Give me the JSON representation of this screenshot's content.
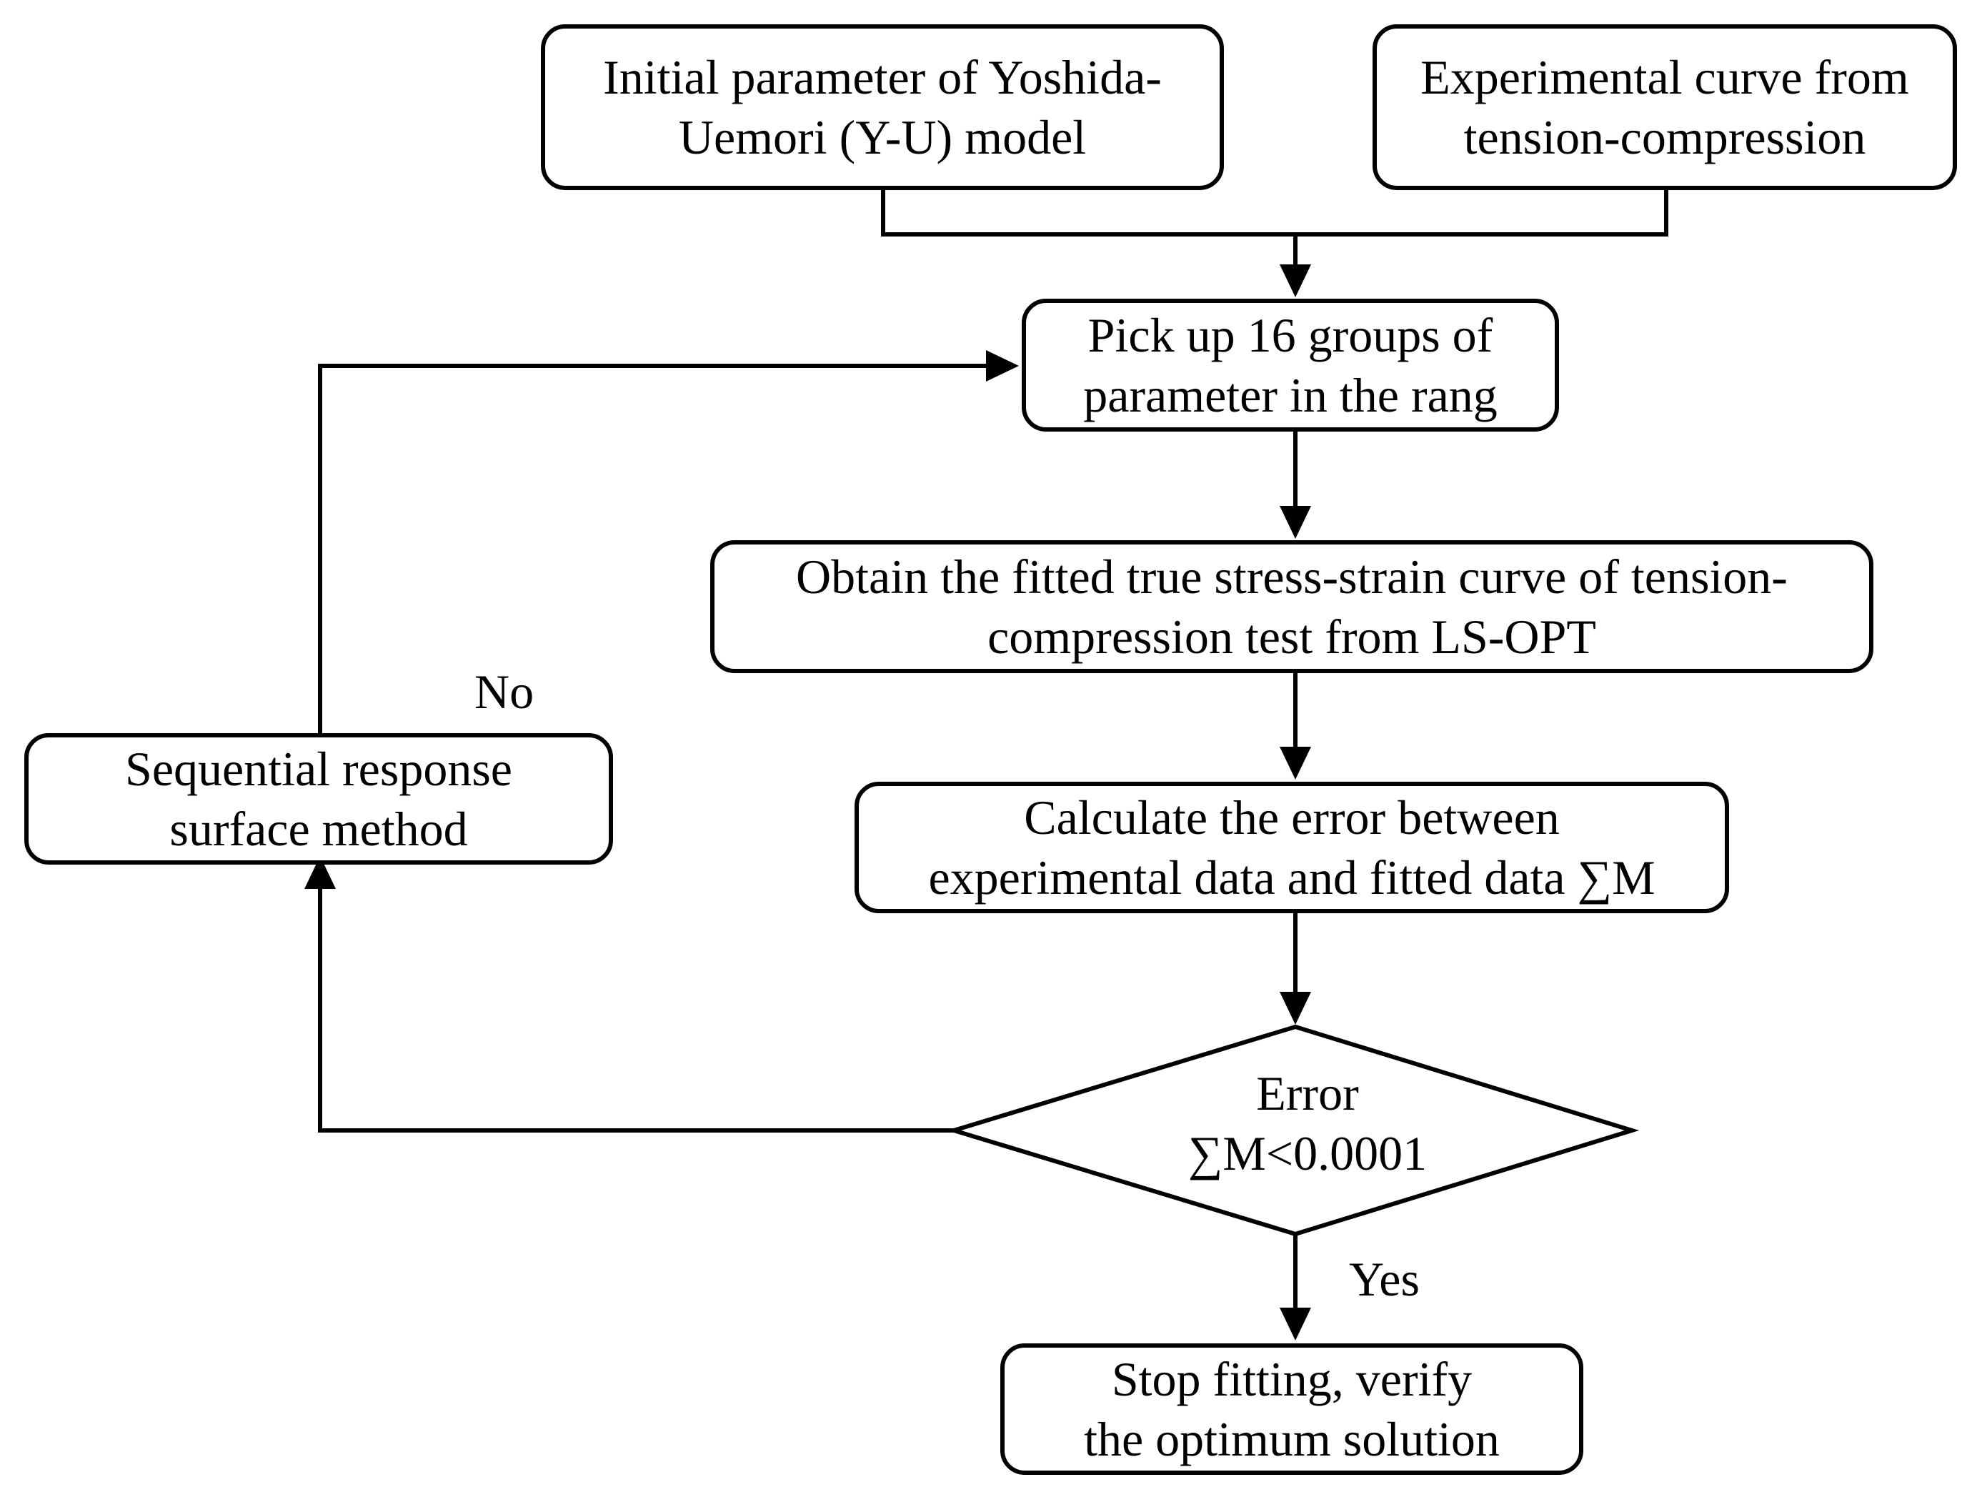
{
  "flowchart": {
    "initial_parameter": {
      "line1": "Initial parameter of  Yoshida-",
      "line2": "Uemori (Y-U) model"
    },
    "experimental_curve": {
      "line1": "Experimental curve from",
      "line2": "tension-compression"
    },
    "pick_up": {
      "line1": "Pick up 16 groups of",
      "line2": "parameter in the rang"
    },
    "obtain_curve": {
      "line1": "Obtain the fitted true stress-strain curve of tension-",
      "line2": "compression test from LS-OPT"
    },
    "calculate_error": {
      "line1": "Calculate the error between",
      "line2": "experimental data and fitted data ∑M"
    },
    "decision": {
      "line1": "Error",
      "line2": "∑M<0.0001"
    },
    "stop_fitting": {
      "line1": "Stop fitting, verify",
      "line2": "the optimum solution"
    },
    "sequential_response": {
      "line1": "Sequential response",
      "line2": "surface method"
    },
    "edge_labels": {
      "no": "No",
      "yes": "Yes"
    }
  },
  "colors": {
    "stroke": "#000000",
    "background": "#ffffff"
  }
}
